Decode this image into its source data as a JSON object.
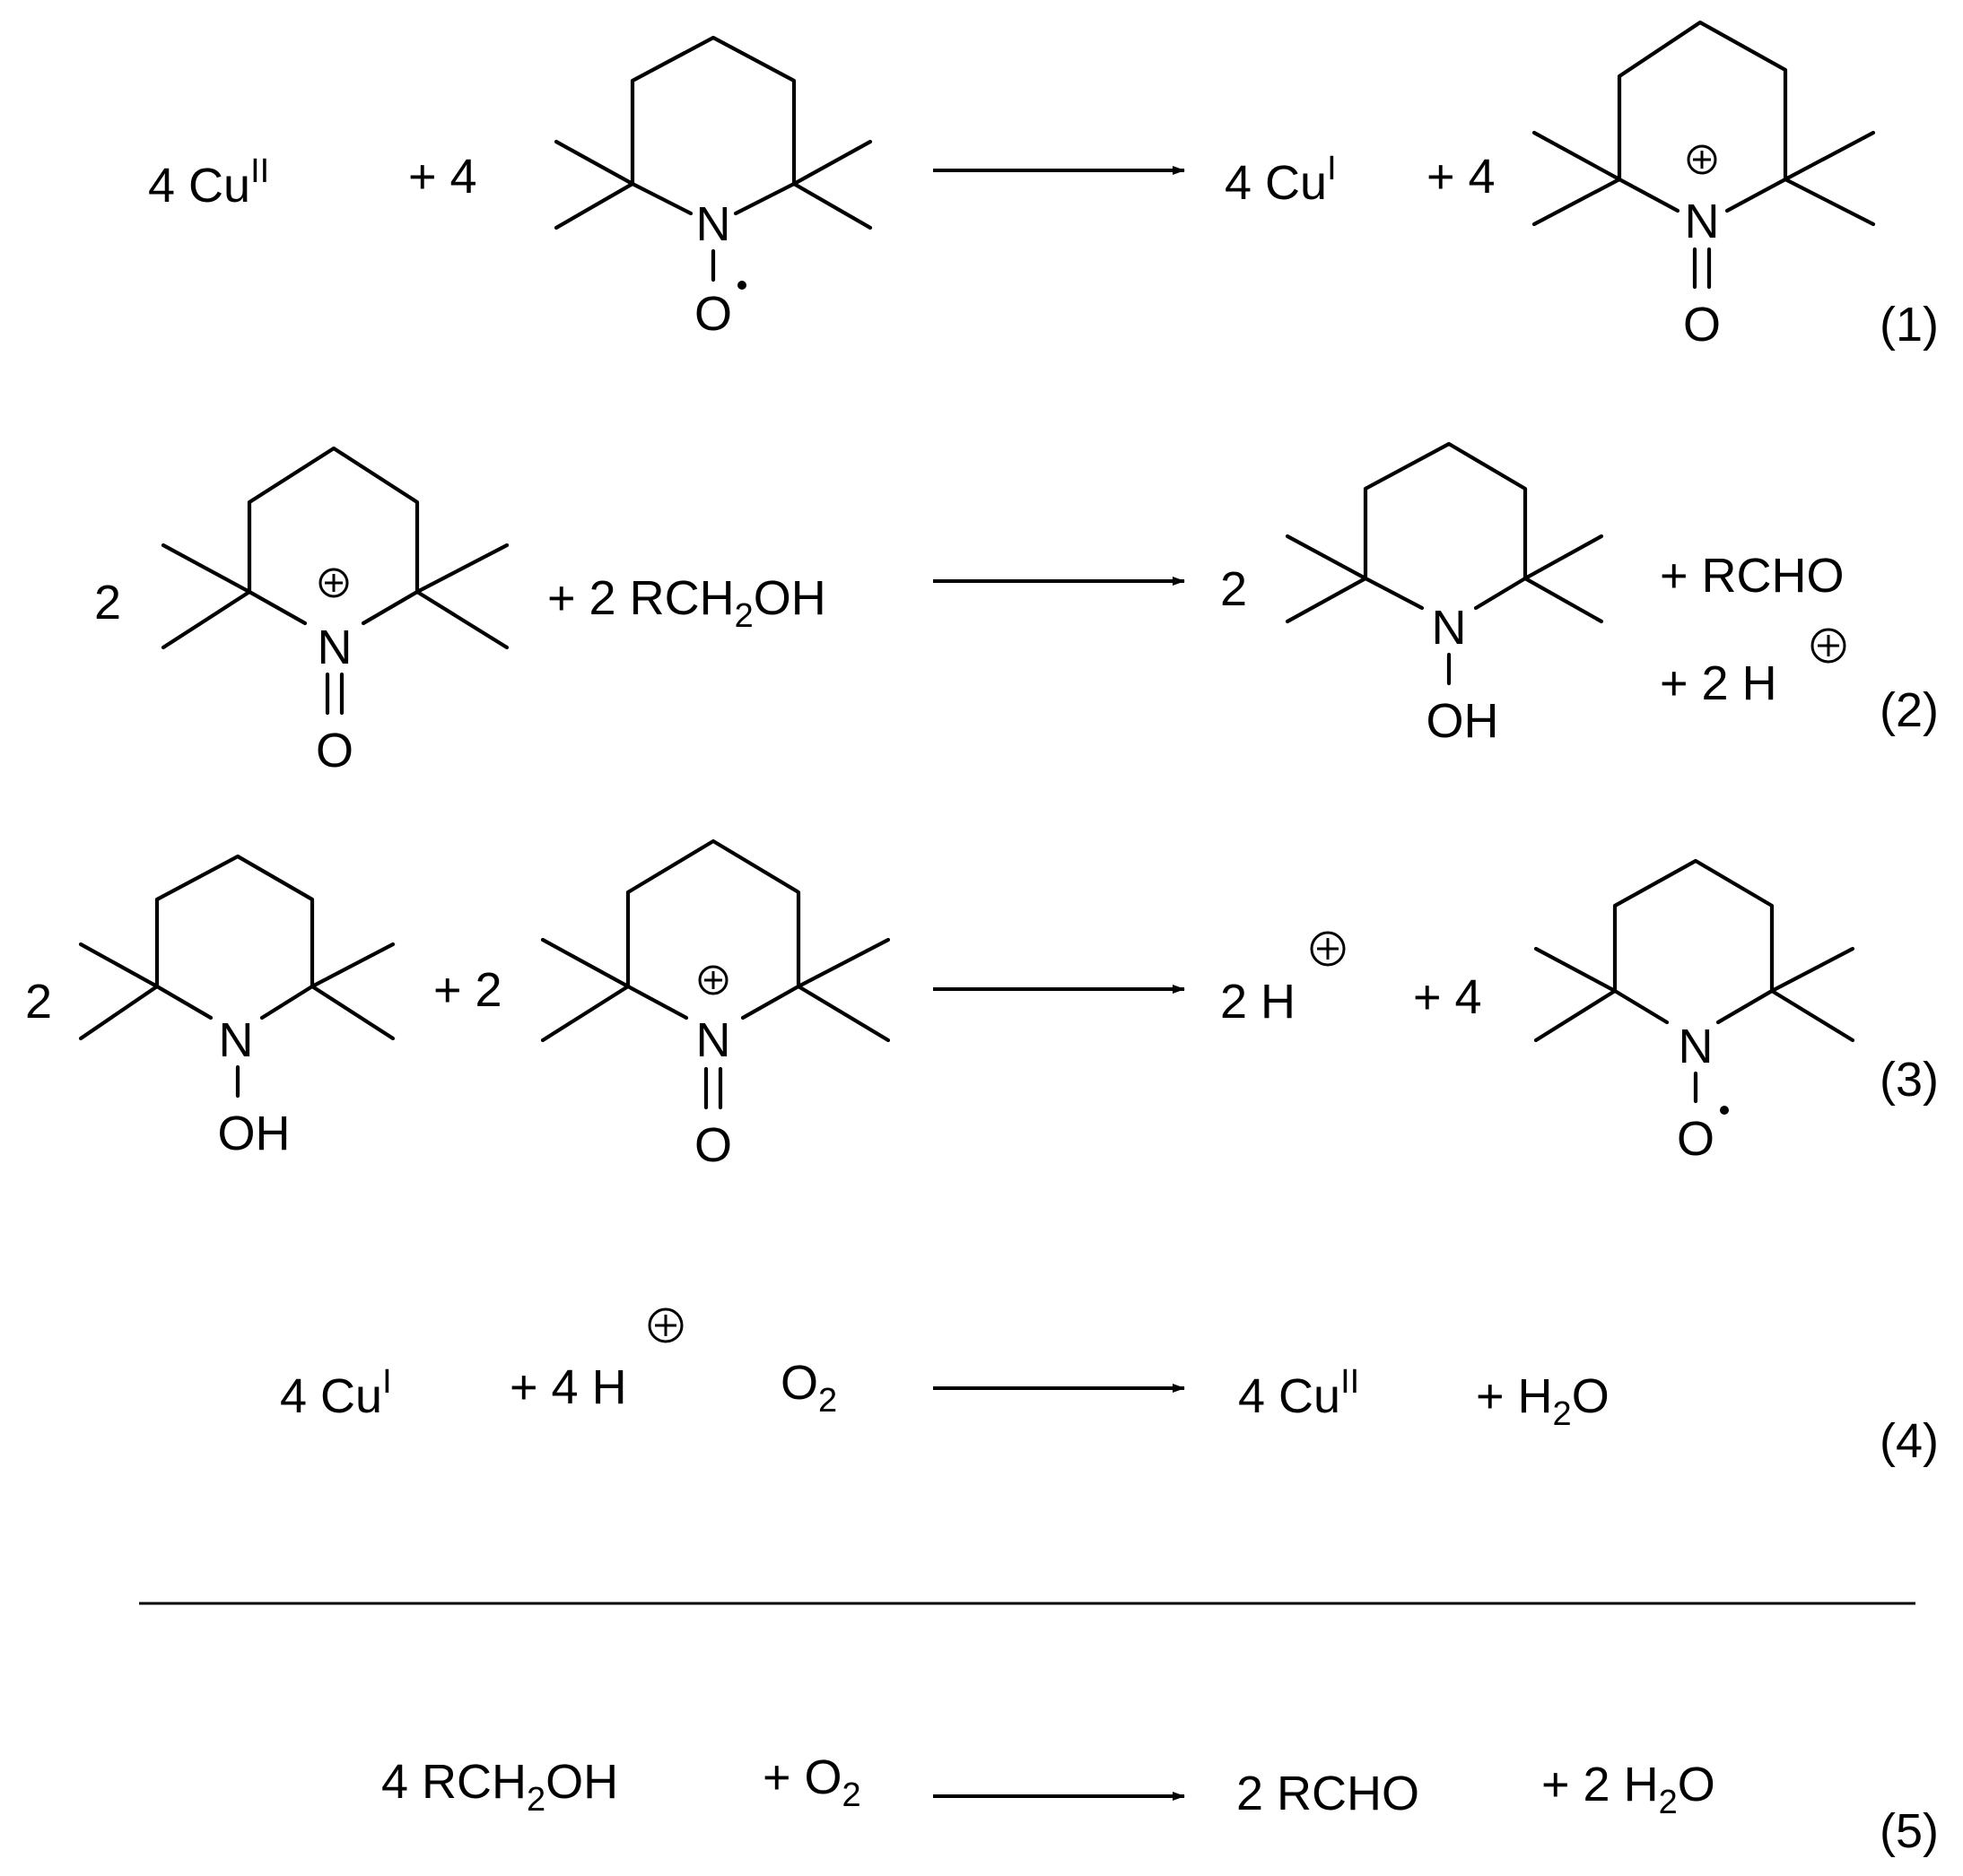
{
  "colors": {
    "ink": "#000000",
    "background": "#ffffff"
  },
  "eq1": {
    "reactant1": "4 Cu",
    "reactant1_sup": "II",
    "coef2": "+ 4",
    "tempo_N": "N",
    "tempo_O": "O",
    "product1": "4 Cu",
    "product1_sup": "I",
    "coef_p2": "+ 4",
    "oxo_N": "N",
    "oxo_O": "O",
    "number": "(1)"
  },
  "eq2": {
    "coef1": "2",
    "oxo_N": "N",
    "oxo_O": "O",
    "reactant2_a": "+ 2 RCH",
    "reactant2_sub": "2",
    "reactant2_b": "OH",
    "coef_p1": "2",
    "hydroxy_N": "N",
    "hydroxy_OH": "OH",
    "product2": "+ RCHO",
    "product3": "+ 2 H",
    "number": "(2)"
  },
  "eq3": {
    "coef1": "2",
    "hydroxy_N": "N",
    "hydroxy_OH": "OH",
    "coef2": "+ 2",
    "oxo_N": "N",
    "oxo_O": "O",
    "product1": "2 H",
    "coef_p2": "+ 4",
    "tempo_N": "N",
    "tempo_O": "O",
    "number": "(3)"
  },
  "eq4": {
    "reactant1": "4 Cu",
    "reactant1_sup": "I",
    "reactant2": "+ 4 H",
    "reactant3": "O",
    "reactant3_sub": "2",
    "product1": "4 Cu",
    "product1_sup": "II",
    "product2_a": "+ H",
    "product2_sub": "2",
    "product2_b": "O",
    "number": "(4)"
  },
  "eq5": {
    "reactant1_a": "4 RCH",
    "reactant1_sub": "2",
    "reactant1_b": "OH",
    "reactant2_a": "+ O",
    "reactant2_sub": "2",
    "product1": "2 RCHO",
    "product2_a": "+ 2 H",
    "product2_sub": "2",
    "product2_b": "O",
    "number": "(5)"
  }
}
